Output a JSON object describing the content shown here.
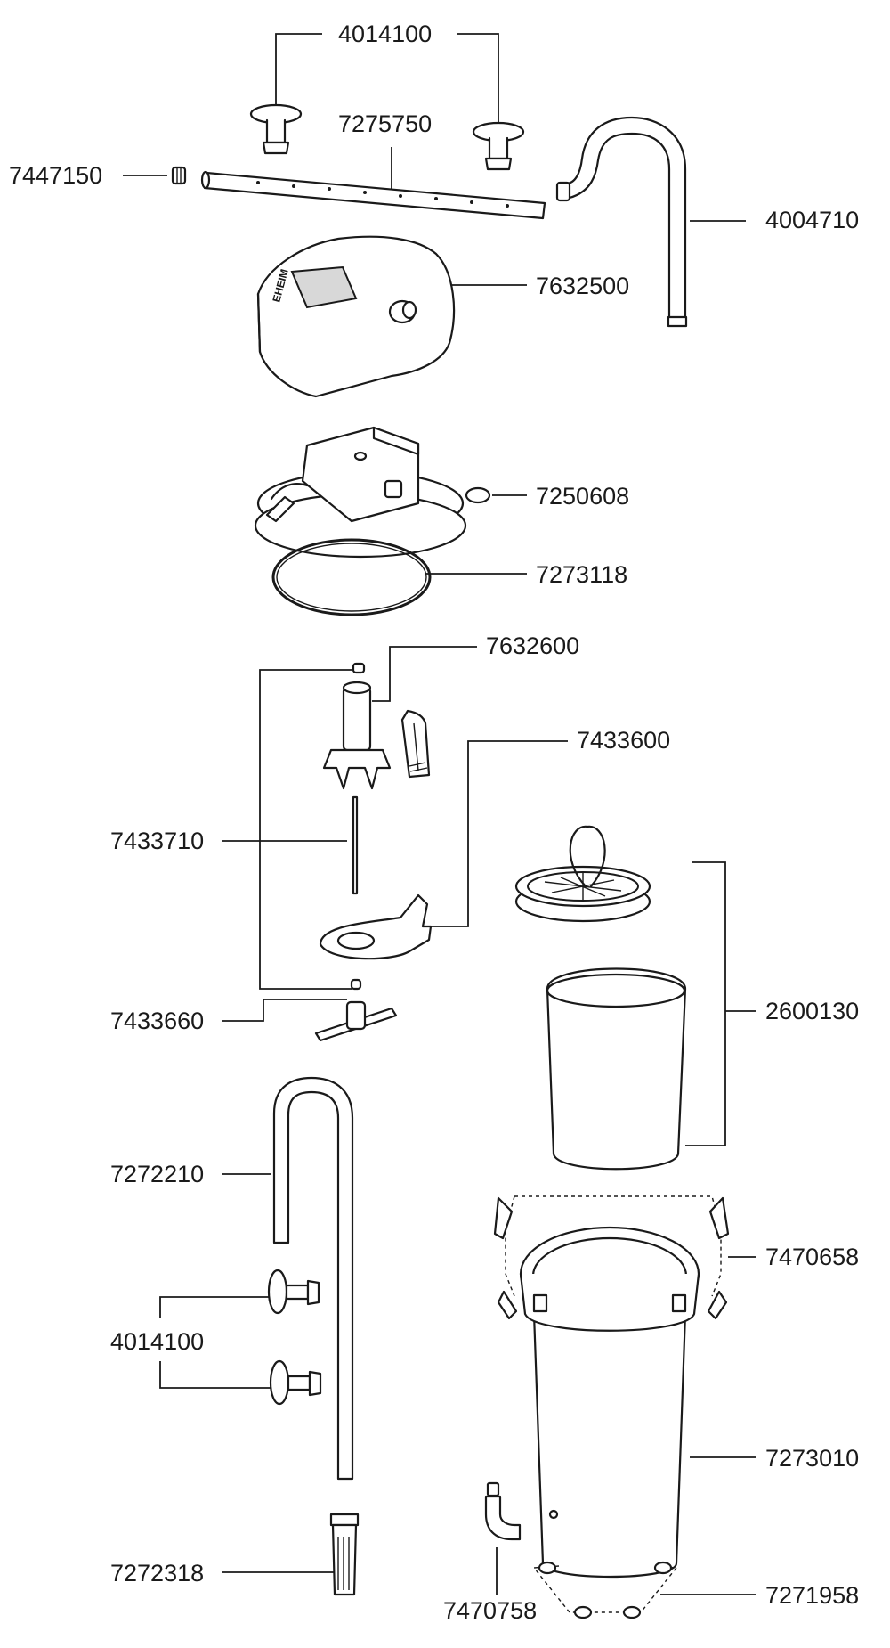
{
  "labels": {
    "l4014100_top": "4014100",
    "l7275750": "7275750",
    "l7447150": "7447150",
    "l4004710": "4004710",
    "l7632500": "7632500",
    "l7250608": "7250608",
    "l7273118": "7273118",
    "l7632600": "7632600",
    "l7433600": "7433600",
    "l7433710": "7433710",
    "l2600130": "2600130",
    "l7433660": "7433660",
    "l7272210": "7272210",
    "l7470658": "7470658",
    "l4014100_bottom": "4014100",
    "l7273010": "7273010",
    "l7272318": "7272318",
    "l7470758": "7470758",
    "l7271958": "7271958"
  },
  "brand_text": "EHEIM"
}
